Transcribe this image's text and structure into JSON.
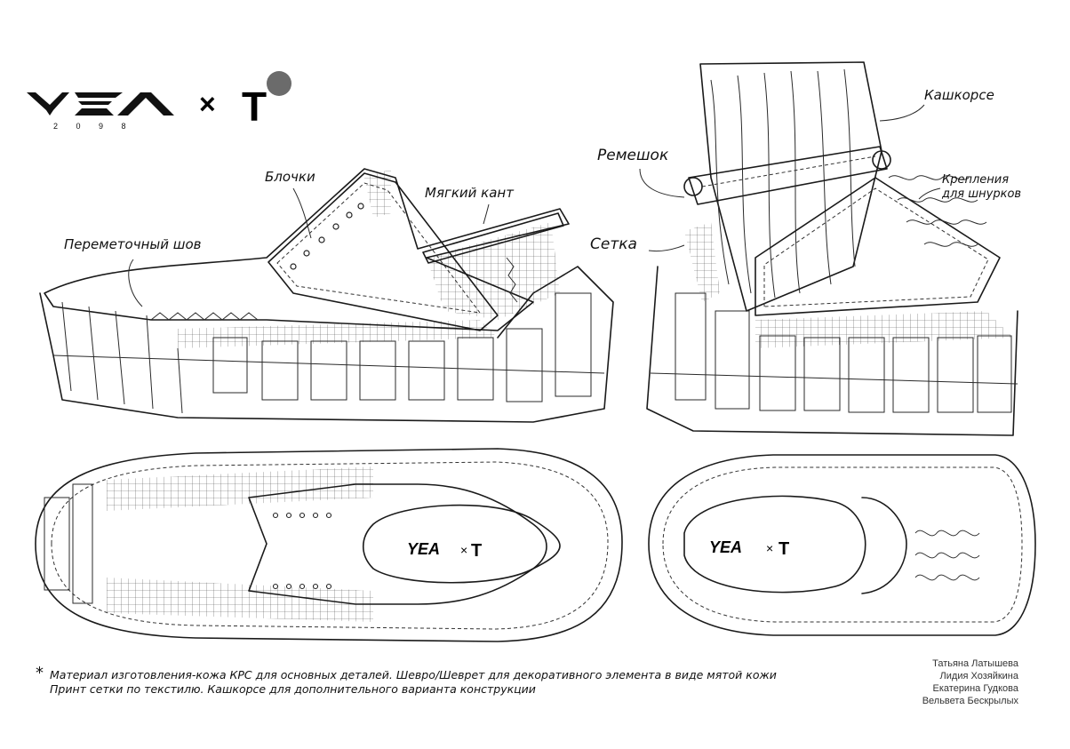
{
  "brand": {
    "logo_text": "YEA",
    "logo_year": "2 0 9 8",
    "cross": "×",
    "partner_mark": "T"
  },
  "callouts": {
    "blochki": "Блочки",
    "myagkiy_kant": "Мягкий кант",
    "peremetochny_shov": "Переметочный шов",
    "remeshok": "Ремешок",
    "kashkorse_top": "Кашкорсе",
    "setka": "Сетка",
    "krepleniya_line1": "Крепления",
    "krepleniya_line2": "для шнурков"
  },
  "footnote": {
    "star": "*",
    "line1": "Материал изготовления-кожа КРС для основных деталей. Шевро/Шеврет для декоративного элемента в виде мятой кожи",
    "line2": "Принт сетки по текстилю. Кашкорсе для дополнительного варианта конструкции"
  },
  "authors": [
    "Татьяна Латышева",
    "Лидия Хозяйкина",
    "Екатерина Гудкова",
    "Вельвета Бескрылых"
  ],
  "colors": {
    "ink": "#1a1a1a",
    "paper": "#ffffff",
    "dot": "#666666"
  }
}
